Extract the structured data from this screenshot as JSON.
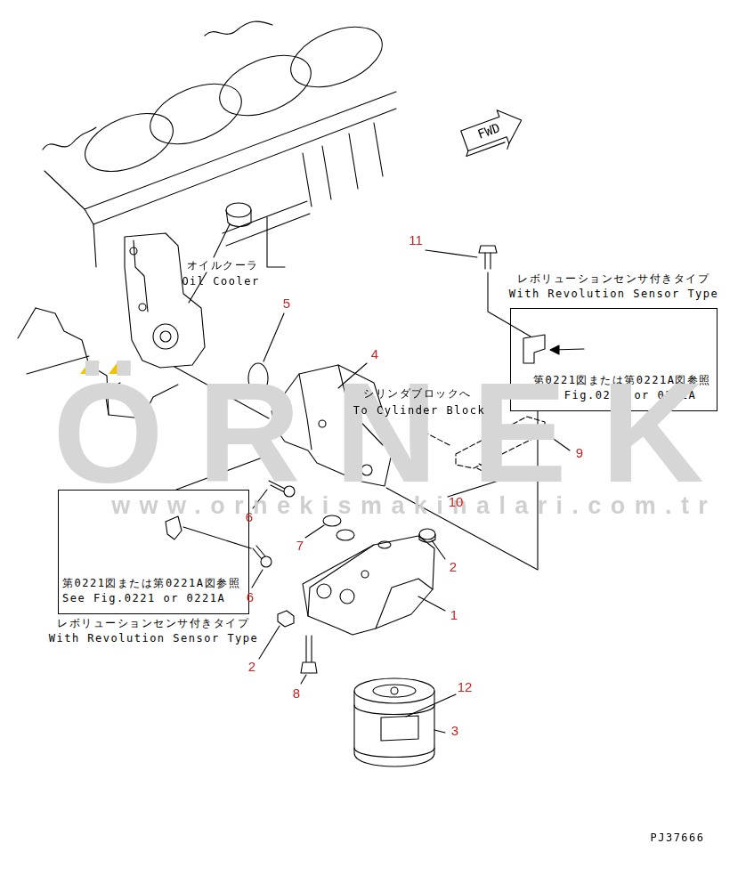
{
  "diagram": {
    "nodes": [
      {
        "text": [
          "レボリューションセンサ付きタイプ",
          "With Revolution Sensor Type",
          "第0221図または第0221A図参照",
          "See Fig.0221 or 0221A"
        ]
      },
      {
        "text": [
          "第0221図または第0221A図参照",
          "See Fig.0221 or 0221A",
          "レボリューションセンサ付きタイプ",
          "With Revolution Sensor Type"
        ]
      }
    ],
    "labels": [
      "FWD",
      "11",
      "オイルクーラ",
      "Oil Cooler",
      "5",
      "4",
      "シリンダブロックへ",
      "To Cylinder Block",
      "ÖRNEK",
      "9",
      "www.ornekismakinalari.com.tr",
      "10",
      "6",
      "7",
      "2",
      "6",
      "1",
      "2",
      "8",
      "12",
      "3",
      "PJ37666"
    ]
  }
}
